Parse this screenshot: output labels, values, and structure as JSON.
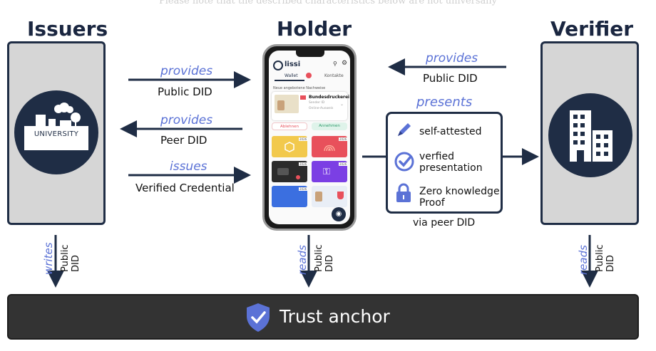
{
  "top_note": "Please note that the described characteristics below are not universally",
  "headings": {
    "issuers": "Issuers",
    "holder": "Holder",
    "verifier": "Verifier"
  },
  "issuer": {
    "building_label": "UNIVERSITY"
  },
  "arrows": {
    "provides_public": {
      "verb": "provides",
      "object": "Public DID"
    },
    "provides_peer": {
      "verb": "provides",
      "object": "Peer DID"
    },
    "issues": {
      "verb": "issues",
      "object": "Verified Credential"
    },
    "verifier_provides": {
      "verb": "provides",
      "object": "Public DID"
    },
    "presents": {
      "verb": "presents"
    }
  },
  "presentation_features": [
    {
      "icon": "pen-icon",
      "label": "self-attested"
    },
    {
      "icon": "checkmark-circle-icon",
      "label": "verfied presentation"
    },
    {
      "icon": "padlock-icon",
      "label": "Zero knowledge Proof"
    }
  ],
  "via_label": "via peer DID",
  "writes_reads": {
    "issuer": {
      "verb": "writes",
      "object": "Public DID"
    },
    "holder": {
      "verb": "reads",
      "object": "Public DID"
    },
    "verifier": {
      "verb": "reads",
      "object": "Public DID"
    }
  },
  "trust_anchor": "Trust anchor",
  "phone": {
    "app_name": "lissi",
    "tab_wallet": "Wallet",
    "tab_contacts": "Kontakte",
    "new_credentials": "Neue angebotene Nachweise",
    "offer_issuer": "Bundesdruckerei",
    "offer_sub1": "Sender ID",
    "offer_sub2": "Online-Ausweis",
    "decline": "Ablehnen",
    "accept": "Annehmen",
    "card_badge": "2026",
    "colors": {
      "card_yellow": "#f2c94c",
      "card_red": "#e8505b",
      "card_dark": "#2b2b2b",
      "card_purple": "#7b3fe4",
      "card_blue": "#3b6fe0",
      "card_light": "#e9eef6"
    }
  },
  "colors": {
    "navy": "#1f2d45",
    "accent_verb": "#5b72d6",
    "panel": "#d6d6d6",
    "trust_bar": "#333333",
    "shield": "#5b72d6"
  }
}
